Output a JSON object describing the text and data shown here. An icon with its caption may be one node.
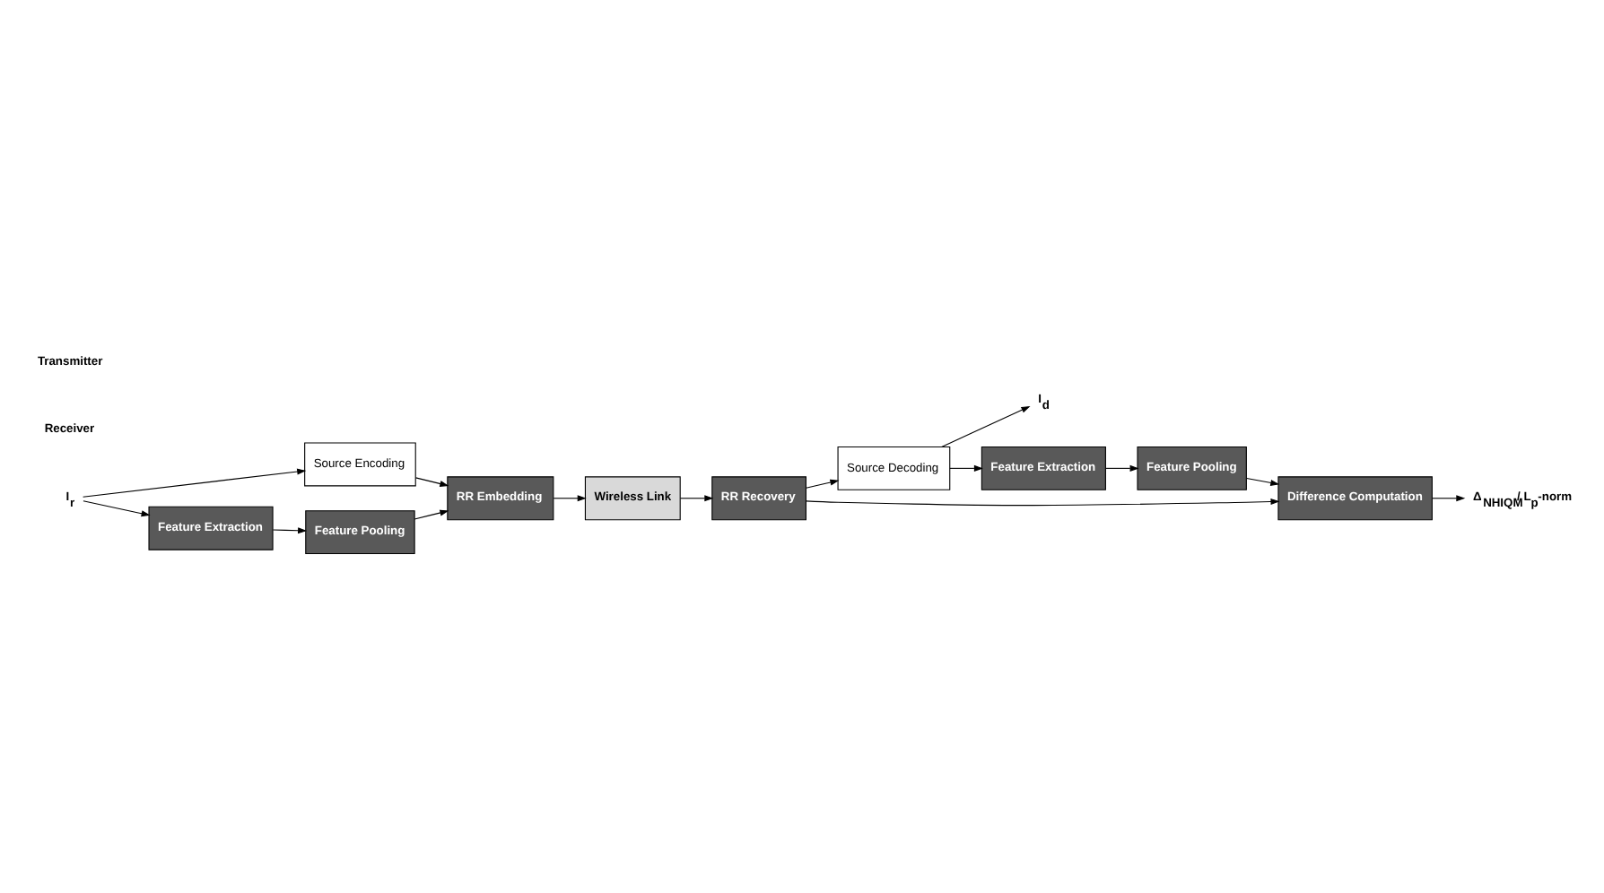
{
  "diagram": {
    "nodes": [
      {
        "text": [
          "I$_{r}$"
        ]
      },
      {
        "text": [
          "Source Encoding"
        ]
      },
      {
        "text": [
          "RR Embedding"
        ]
      },
      {
        "text": [
          "Feature Extraction"
        ]
      },
      {
        "text": [
          "Feature Pooling"
        ]
      },
      {
        "text": [
          "Wireless Link"
        ]
      },
      {
        "text": [
          "RR Recovery"
        ]
      },
      {
        "text": [
          "Source Decoding"
        ]
      },
      {
        "text": [
          "I$_{d}$"
        ]
      },
      {
        "text": [
          "Feature Extraction"
        ]
      },
      {
        "text": [
          "Feature Pooling"
        ]
      },
      {
        "text": [
          "Difference Computation"
        ]
      },
      {
        "text": [
          "Δ$_{NHIQM}$/ L$_{p}$-norm"
        ]
      }
    ],
    "edges": [
      {
        "from": 0,
        "to": 1,
        "arrow": "to"
      },
      {
        "from": 0,
        "to": 3,
        "arrow": "to"
      },
      {
        "from": 3,
        "to": 4,
        "arrow": "to"
      },
      {
        "from": 1,
        "to": 2,
        "arrow": "to"
      },
      {
        "from": 4,
        "to": 2,
        "arrow": "to"
      },
      {
        "from": 2,
        "to": 5,
        "arrow": "to"
      },
      {
        "from": 5,
        "to": 6,
        "arrow": "to"
      },
      {
        "from": 6,
        "to": 7,
        "arrow": "to"
      },
      {
        "from": 7,
        "to": 8,
        "arrow": "to"
      },
      {
        "from": 7,
        "to": 9,
        "arrow": "to"
      },
      {
        "from": 9,
        "to": 10,
        "arrow": "to"
      },
      {
        "from": 10,
        "to": 11,
        "arrow": "to"
      },
      {
        "from": 6,
        "to": 11,
        "arrow": "to"
      },
      {
        "from": 11,
        "to": 12,
        "arrow": "to"
      }
    ],
    "labels": [
      "Transmitter",
      "Receiver"
    ]
  }
}
